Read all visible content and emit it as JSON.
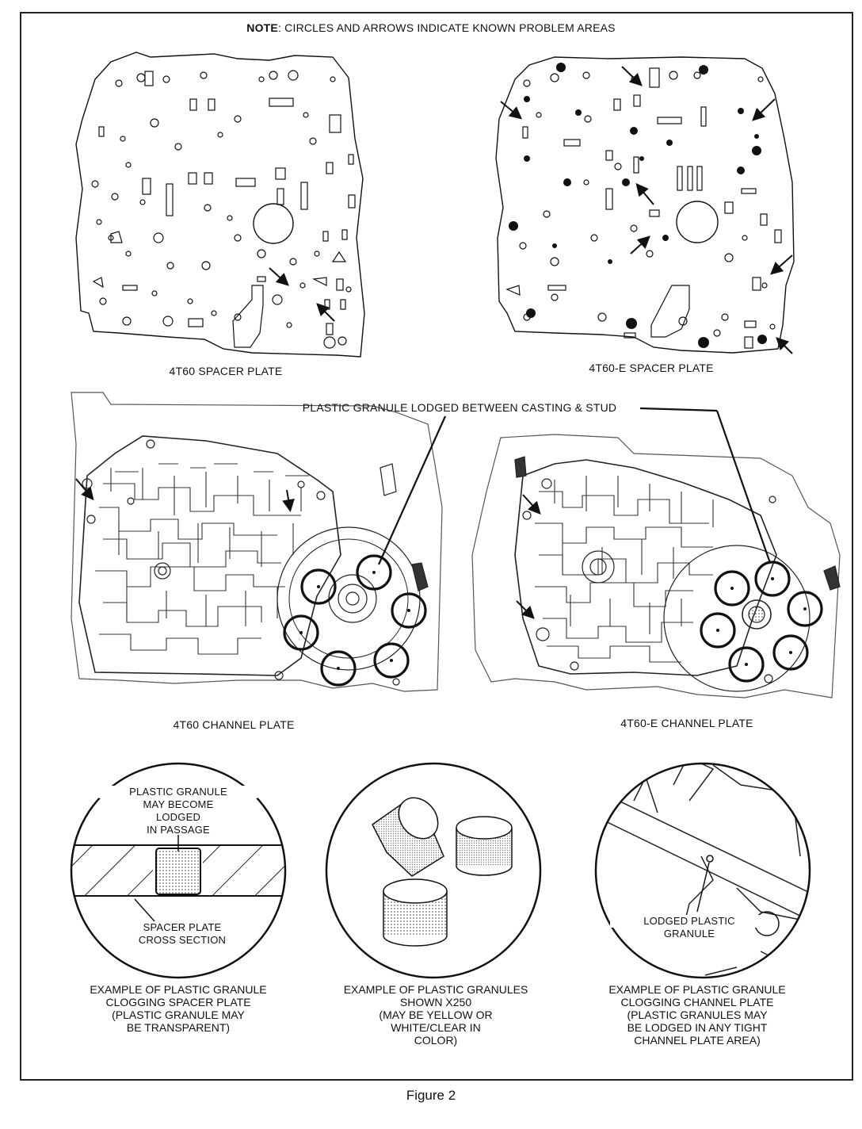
{
  "note": {
    "bold": "NOTE",
    "text": ": CIRCLES AND ARROWS INDICATE KNOWN PROBLEM AREAS"
  },
  "panels": {
    "spacer_4t60": "4T60 SPACER PLATE",
    "spacer_4t60e": "4T60-E SPACER PLATE",
    "channel_4t60": "4T60 CHANNEL PLATE",
    "channel_4t60e": "4T60-E CHANNEL PLATE"
  },
  "callout": "PLASTIC GRANULE LODGED BETWEEN CASTING & STUD",
  "detail_left": {
    "top_label": [
      "PLASTIC GRANULE",
      "MAY BECOME",
      "LODGED",
      "IN PASSAGE"
    ],
    "bottom_label": [
      "SPACER PLATE",
      "CROSS SECTION"
    ],
    "caption": "EXAMPLE OF PLASTIC GRANULE\nCLOGGING SPACER PLATE\n(PLASTIC GRANULE MAY\nBE TRANSPARENT)"
  },
  "detail_middle": {
    "caption": "EXAMPLE OF PLASTIC GRANULES\nSHOWN  X250\n(MAY BE YELLOW OR\nWHITE/CLEAR IN\nCOLOR)"
  },
  "detail_right": {
    "label": [
      "LODGED PLASTIC",
      "GRANULE"
    ],
    "caption": "EXAMPLE OF PLASTIC GRANULE\nCLOGGING CHANNEL PLATE\n(PLASTIC GRANULES MAY\nBE LODGED IN ANY TIGHT\nCHANNEL PLATE AREA)"
  },
  "figure_caption": "Figure 2"
}
